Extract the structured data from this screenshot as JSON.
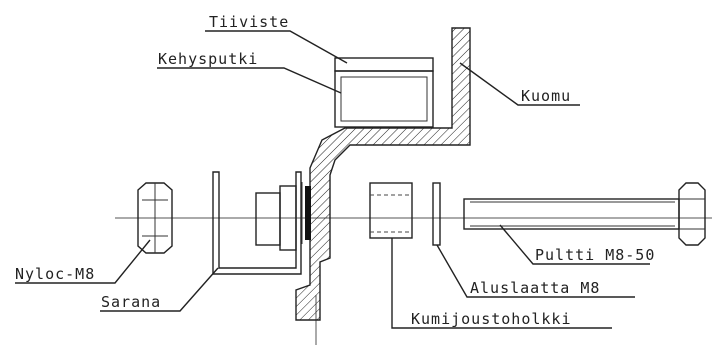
{
  "diagram": {
    "labels": {
      "tiiviste": "Tiiviste",
      "kehysputki": "Kehysputki",
      "kuomu": "Kuomu",
      "nyloc": "Nyloc-M8",
      "sarana": "Sarana",
      "pultti": "Pultti M8-50",
      "aluslaatta": "Aluslaatta M8",
      "kumijoustoholkki": "Kumijoustoholkki"
    }
  }
}
